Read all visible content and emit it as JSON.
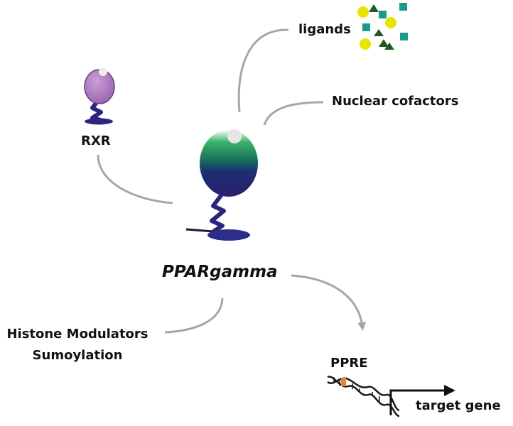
{
  "labels": {
    "ligands": "ligands",
    "nuclear_cofactors": "Nuclear cofactors",
    "rxr": "RXR",
    "ppargamma": "PPARgamma",
    "histone_line1": "Histone Modulators",
    "histone_line2": "Sumoylation",
    "ppre": "PPRE",
    "target_gene": "target gene"
  },
  "colors": {
    "rxr_body": "#b07ac2",
    "ppar_top": "#1f9a55",
    "ppar_bottom": "#2a1f6e",
    "stalk": "#2b2580",
    "connector": "#a6a6a6",
    "ligand_circle": "#e6e600",
    "ligand_triangle": "#1e5a1e",
    "ligand_square": "#1a9a8c"
  }
}
